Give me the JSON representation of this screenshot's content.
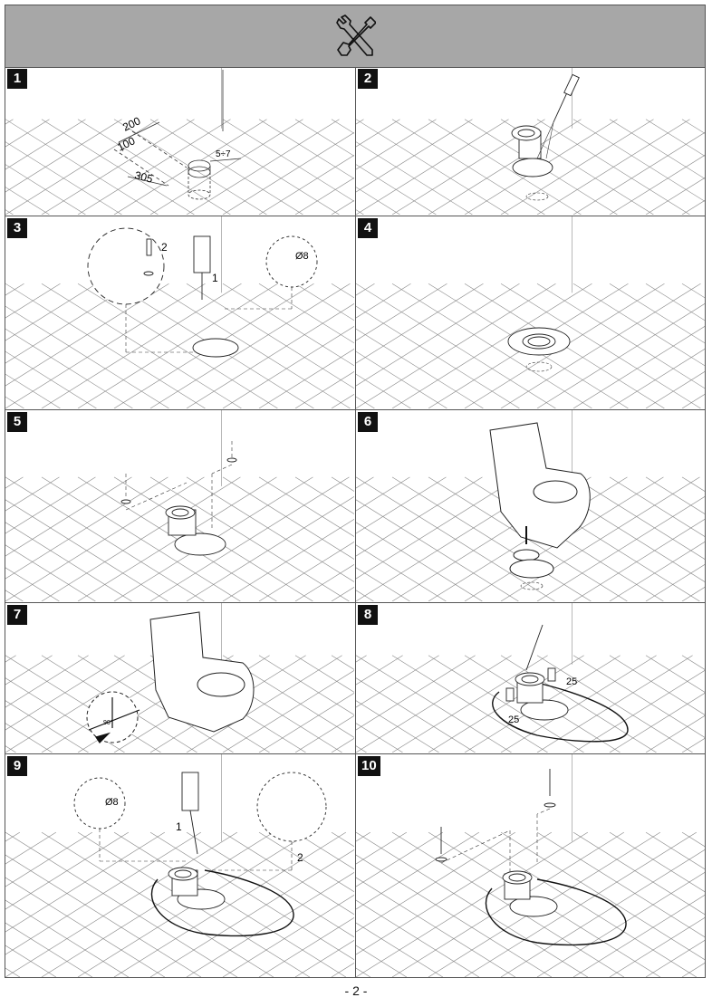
{
  "header": {
    "icon": "tools-icon"
  },
  "steps": [
    {
      "number": "1",
      "dims": {
        "d200": "200",
        "d100": "100",
        "d305": "305",
        "d57": "5÷7"
      }
    },
    {
      "number": "2"
    },
    {
      "number": "3",
      "labels": {
        "drill": "1",
        "plug": "2",
        "bit": "Ø8"
      }
    },
    {
      "number": "4"
    },
    {
      "number": "5"
    },
    {
      "number": "6"
    },
    {
      "number": "7",
      "angle": "90°"
    },
    {
      "number": "8",
      "dims": {
        "a": "25",
        "b": "25"
      }
    },
    {
      "number": "9",
      "labels": {
        "bit": "Ø8",
        "drill": "1",
        "plug": "2"
      }
    },
    {
      "number": "10"
    }
  ],
  "footer": {
    "page": "- 2 -"
  },
  "colors": {
    "header_bg": "#a7a7a7",
    "line": "#555555",
    "badge": "#111111"
  }
}
